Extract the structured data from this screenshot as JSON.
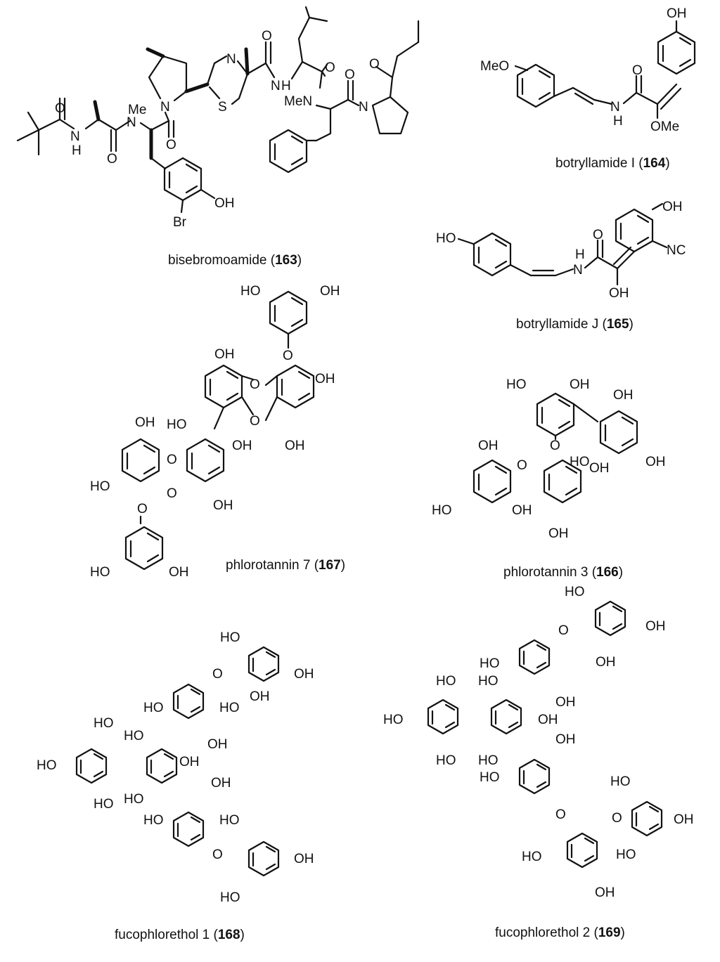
{
  "compounds": [
    {
      "name": "bisebromoamide (",
      "number": "163",
      "suffix": ")"
    },
    {
      "name": "botryllamide I (",
      "number": "164",
      "suffix": ")"
    },
    {
      "name": "botryllamide J (",
      "number": "165",
      "suffix": ")"
    },
    {
      "name": "phlorotannin 7 (",
      "number": "167",
      "suffix": ")"
    },
    {
      "name": "phlorotannin 3 (",
      "number": "166",
      "suffix": ")"
    },
    {
      "name": "fucophlorethol 1 (",
      "number": "168",
      "suffix": ")"
    },
    {
      "name": "fucophlorethol 2 (",
      "number": "169",
      "suffix": ")"
    }
  ],
  "atoms": {
    "oh": "OH",
    "ho": "HO",
    "o": "O",
    "n": "N",
    "s": "S",
    "h": "H",
    "me": "Me",
    "meo": "MeO",
    "men": "MeN",
    "nc": "NC",
    "br": "Br",
    "ome": "OMe"
  }
}
